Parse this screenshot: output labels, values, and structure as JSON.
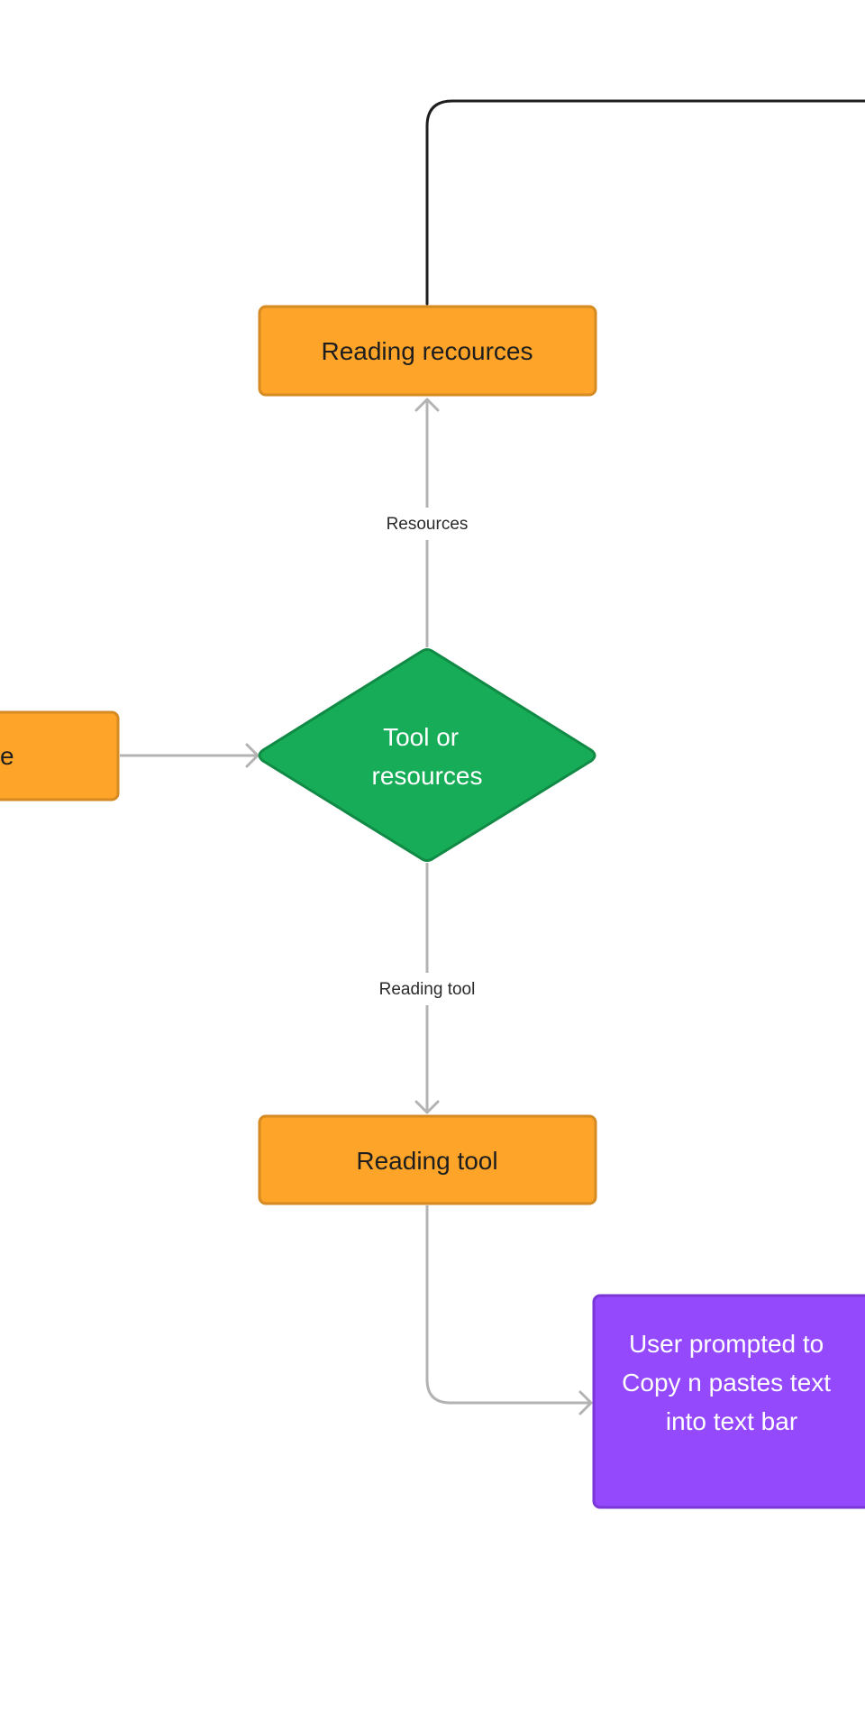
{
  "colors": {
    "process_fill": "#FDA429",
    "process_stroke": "#D58A22",
    "decision_fill": "#17AD58",
    "decision_stroke": "#118A45",
    "action_fill": "#9449FD",
    "action_stroke": "#7A36D6",
    "connector_gray": "#B3B3B3",
    "connector_black": "#1E1E1E",
    "dark_text": "#1E1E1E",
    "light_text": "#FFFFFF"
  },
  "nodes": {
    "reading_resources": "Reading recources",
    "left_partial": "e",
    "decision": [
      "Tool or",
      "resources"
    ],
    "reading_tool": "Reading tool",
    "user_prompt": [
      "User prompted to",
      "Copy n pastes text",
      "into text bar"
    ]
  },
  "edges": {
    "resources_label": "Resources",
    "reading_tool_label": "Reading tool"
  }
}
